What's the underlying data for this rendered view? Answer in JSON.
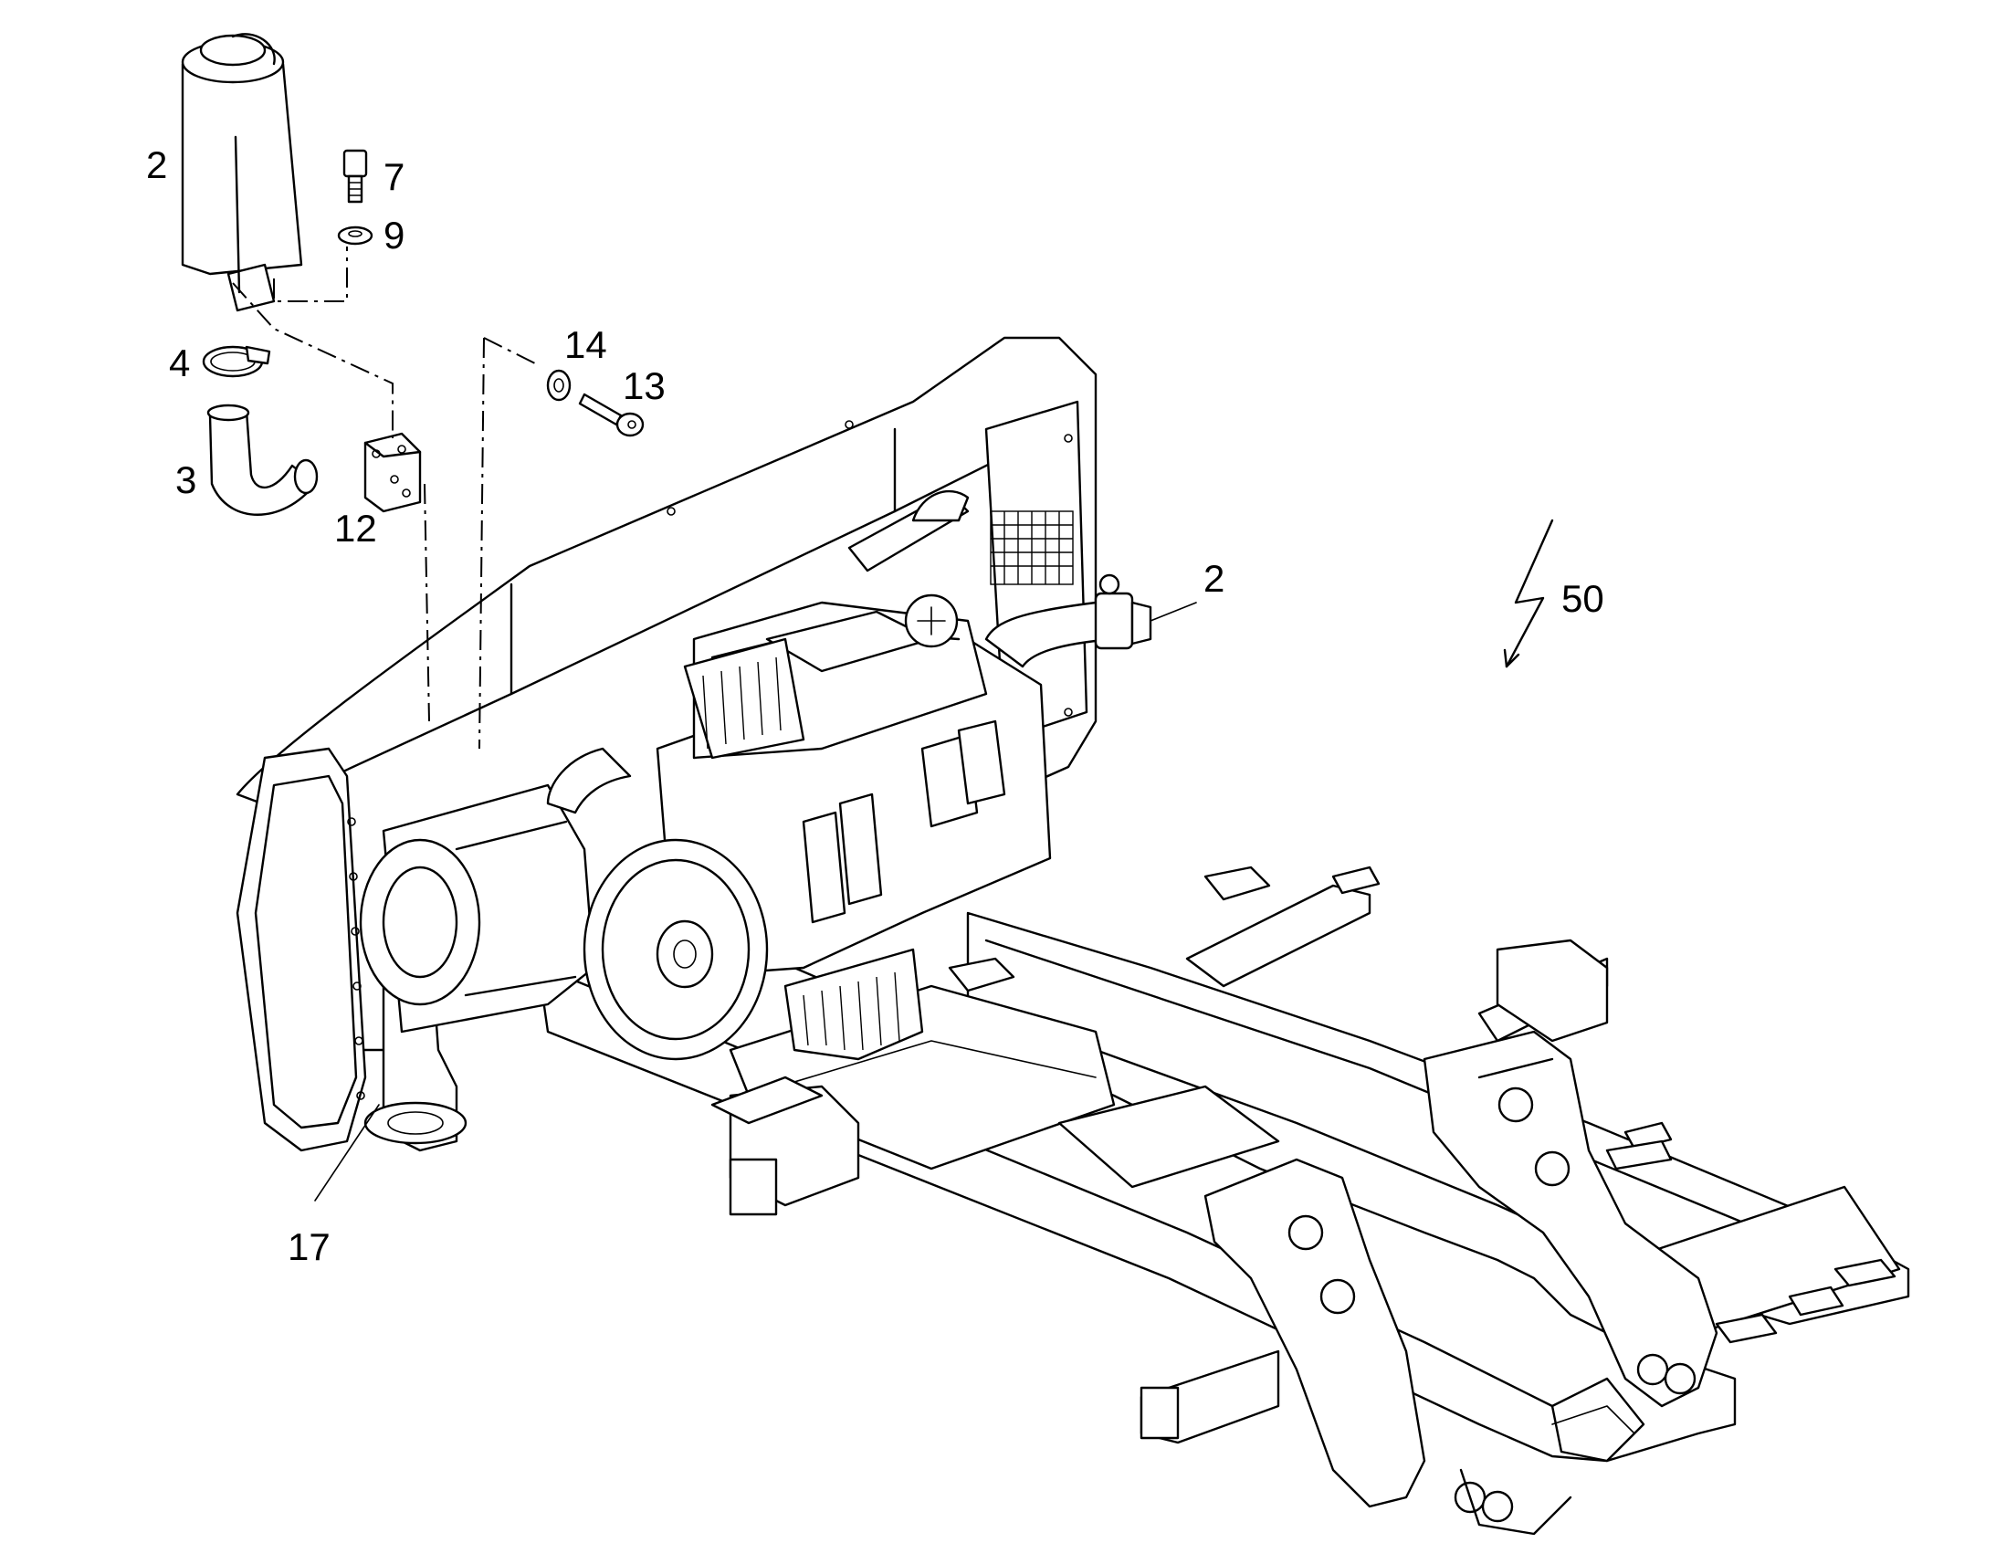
{
  "diagram": {
    "callouts": [
      {
        "id": "label-2-top",
        "text": "2"
      },
      {
        "id": "label-7",
        "text": "7"
      },
      {
        "id": "label-9",
        "text": "9"
      },
      {
        "id": "label-4",
        "text": "4"
      },
      {
        "id": "label-3",
        "text": "3"
      },
      {
        "id": "label-12",
        "text": "12"
      },
      {
        "id": "label-14",
        "text": "14"
      },
      {
        "id": "label-13",
        "text": "13"
      },
      {
        "id": "label-2-right",
        "text": "2"
      },
      {
        "id": "label-50",
        "text": "50"
      },
      {
        "id": "label-17",
        "text": "17"
      }
    ]
  }
}
